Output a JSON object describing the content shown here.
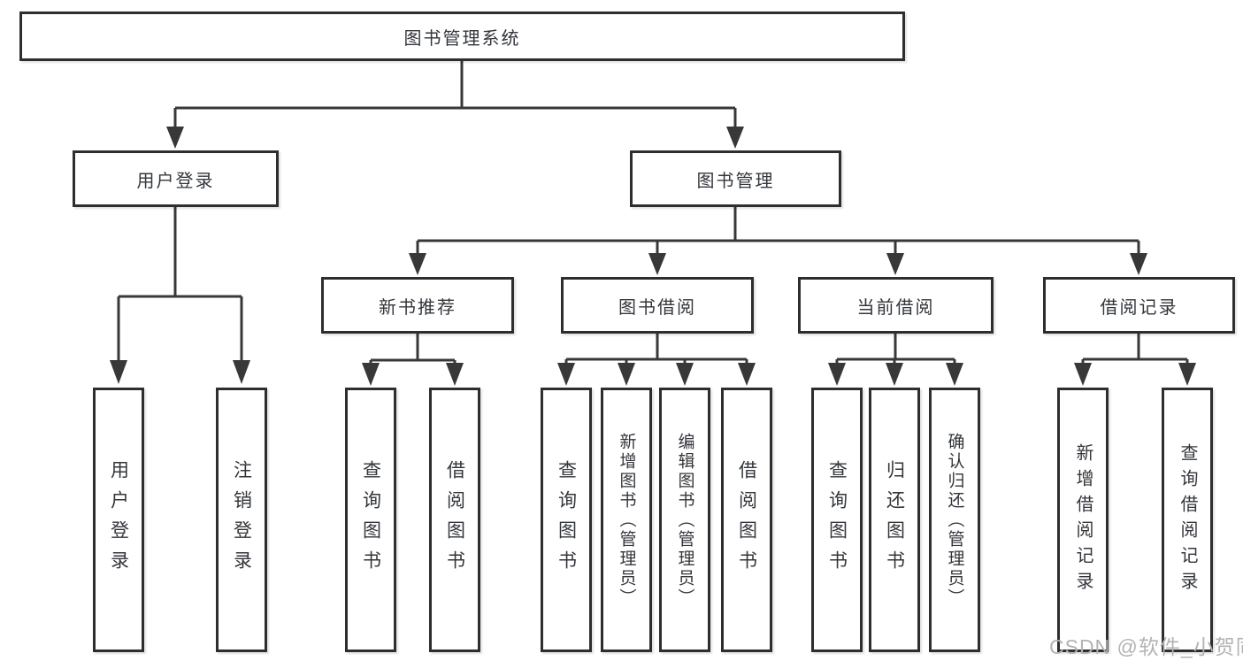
{
  "diagram": {
    "colors": {
      "line": "#383838",
      "box_border": "#2e2e2e",
      "text": "#33363b",
      "background": "#ffffff",
      "watermark": "#b3b3b3"
    },
    "nodes": {
      "root": {
        "label": "图书管理系统"
      },
      "user_login": {
        "label": "用户登录"
      },
      "book_mgmt": {
        "label": "图书管理"
      },
      "new_book_rec": {
        "label": "新书推荐"
      },
      "book_borrow": {
        "label": "图书借阅"
      },
      "current_borrow": {
        "label": "当前借阅"
      },
      "borrow_record": {
        "label": "借阅记录"
      },
      "leaf_user_login": {
        "label": "用户登录"
      },
      "leaf_logout": {
        "label": "注销登录"
      },
      "leaf_nb_query": {
        "label": "查询图书"
      },
      "leaf_nb_borrow": {
        "label": "借阅图书"
      },
      "leaf_bb_query": {
        "label": "查询图书"
      },
      "leaf_bb_add": {
        "label": "新增图书（管理员）"
      },
      "leaf_bb_edit": {
        "label": "编辑图书（管理员）"
      },
      "leaf_bb_borrow": {
        "label": "借阅图书"
      },
      "leaf_cb_query": {
        "label": "查询图书"
      },
      "leaf_cb_return": {
        "label": "归还图书"
      },
      "leaf_cb_confirm": {
        "label": "确认归还（管理员）"
      },
      "leaf_br_add": {
        "label": "新增借阅记录"
      },
      "leaf_br_query": {
        "label": "查询借阅记录"
      }
    },
    "watermark": "CSDN @软件_小贺同学"
  }
}
